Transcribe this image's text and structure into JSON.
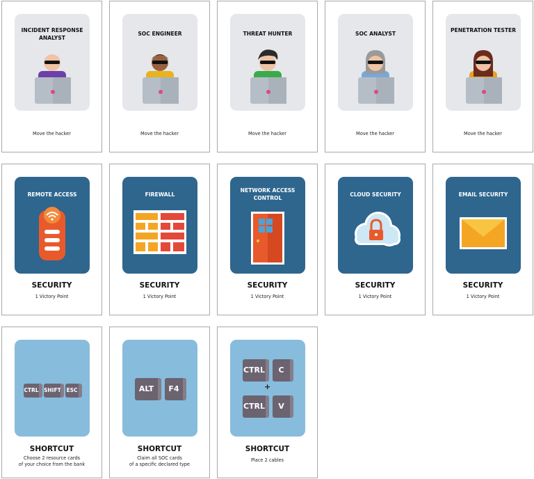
{
  "role_cards": [
    {
      "title": "INCIDENT RESPONSE ANALYST",
      "caption": "Move the hacker",
      "avatar": "bald-person"
    },
    {
      "title": "SOC ENGINEER",
      "caption": "Move the hacker",
      "avatar": "dark-skin-person"
    },
    {
      "title": "THREAT HUNTER",
      "caption": "Move the hacker",
      "avatar": "black-hair-person"
    },
    {
      "title": "SOC ANALYST",
      "caption": "Move the hacker",
      "avatar": "gray-hair-person"
    },
    {
      "title": "PENETRATION TESTER",
      "caption": "Move the hacker",
      "avatar": "long-hair-person"
    }
  ],
  "security_cards": [
    {
      "title": "REMOTE ACCESS",
      "type": "SECURITY",
      "points": "1 Victory Point",
      "icon": "remote-access-icon"
    },
    {
      "title": "FIREWALL",
      "type": "SECURITY",
      "points": "1 Victory Point",
      "icon": "firewall-icon"
    },
    {
      "title": "NETWORK ACCESS CONTROL",
      "type": "SECURITY",
      "points": "1 Victory Point",
      "icon": "door-icon"
    },
    {
      "title": "CLOUD SECURITY",
      "type": "SECURITY",
      "points": "1 Victory Point",
      "icon": "cloud-lock-icon"
    },
    {
      "title": "EMAIL SECURITY",
      "type": "SECURITY",
      "points": "1 Victory Point",
      "icon": "envelope-icon"
    }
  ],
  "shortcut_cards": [
    {
      "type": "SHORTCUT",
      "keys": [
        "CTRL",
        "SHIFT",
        "ESC"
      ],
      "caption_line1": "Choose 2 resource cards",
      "caption_line2": "of your choice from the bank"
    },
    {
      "type": "SHORTCUT",
      "keys": [
        "ALT",
        "F4"
      ],
      "caption_line1": "Claim all SOC cards",
      "caption_line2": "of a specific declared type"
    },
    {
      "type": "SHORTCUT",
      "keys": [
        "CTRL",
        "C",
        "CTRL",
        "V"
      ],
      "plus": "+",
      "caption_line1": "Place 2 cables",
      "caption_line2": ""
    }
  ],
  "colors": {
    "security_panel": "#2e668e",
    "role_panel": "#e5e7eb",
    "shortcut_panel": "#87bcdd",
    "key": "#6b6370"
  }
}
